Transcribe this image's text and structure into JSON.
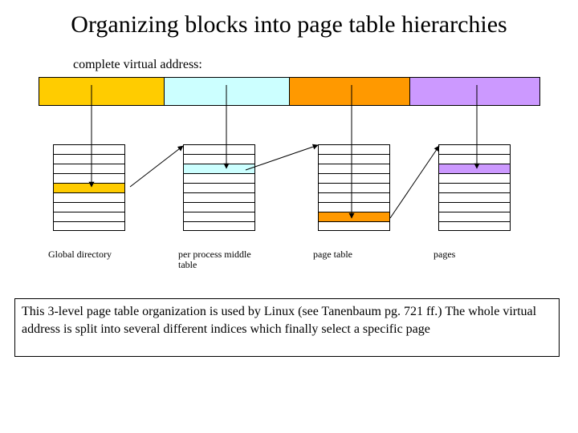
{
  "title": "Organizing blocks into page table hierarchies",
  "subtitle": "complete virtual address:",
  "address_segments": [
    {
      "color": "#ffcc00"
    },
    {
      "color": "#ccffff"
    },
    {
      "color": "#ff9900"
    },
    {
      "color": "#cc99ff"
    }
  ],
  "tables": [
    {
      "label": "Global directory",
      "highlight_color": "#ffcc00"
    },
    {
      "label": "per process middle table",
      "highlight_color": "#ccffff"
    },
    {
      "label": "page table",
      "highlight_color": "#ff9900"
    },
    {
      "label": "pages",
      "highlight_color": "#cc99ff"
    }
  ],
  "note": "This 3-level page table organization is used by Linux (see Tanenbaum pg. 721 ff.) The whole virtual address is split into several different indices which finally select a specific page"
}
